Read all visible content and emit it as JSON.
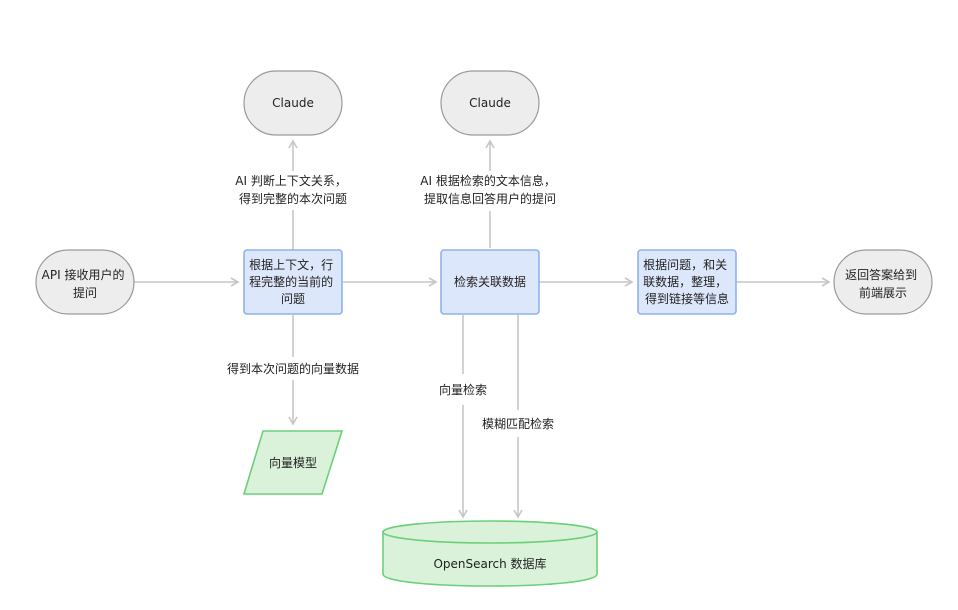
{
  "nodes": {
    "api_input": {
      "lines": [
        "API 接收用户的",
        "提问"
      ]
    },
    "claude_top_left": {
      "lines": [
        "Claude"
      ]
    },
    "claude_top_right": {
      "lines": [
        "Claude"
      ]
    },
    "rewrite_question": {
      "lines": [
        "根据上下文，行",
        "程完整的当前的",
        "问题"
      ]
    },
    "retrieve_data": {
      "lines": [
        "检索关联数据"
      ]
    },
    "organize_info": {
      "lines": [
        "根据问题，和关",
        "联数据，整理，",
        "得到链接等信息"
      ]
    },
    "return_answer": {
      "lines": [
        "返回答案给到",
        "前端展示"
      ]
    },
    "vector_model": {
      "lines": [
        "向量模型"
      ]
    },
    "opensearch_db": {
      "lines": [
        "OpenSearch 数据库"
      ]
    }
  },
  "edges": {
    "judge_context": {
      "lines": [
        "AI 判断上下文关系，",
        "得到完整的本次问题"
      ]
    },
    "extract_answer": {
      "lines": [
        "AI 根据检索的文本信息，",
        "提取信息回答用户的提问"
      ]
    },
    "get_vector": {
      "lines": [
        "得到本次问题的向量数据"
      ]
    },
    "vector_search": {
      "lines": [
        "向量检索"
      ]
    },
    "fuzzy_search": {
      "lines": [
        "模糊匹配检索"
      ]
    }
  },
  "colors": {
    "edge": "#c6c6c6",
    "gray_fill": "#ededed",
    "gray_stroke": "#9a9a9a",
    "blue_fill": "#dde7fb",
    "blue_stroke": "#8fb2ee",
    "green_fill": "#d9f2d9",
    "green_stroke": "#6ccf7a"
  }
}
